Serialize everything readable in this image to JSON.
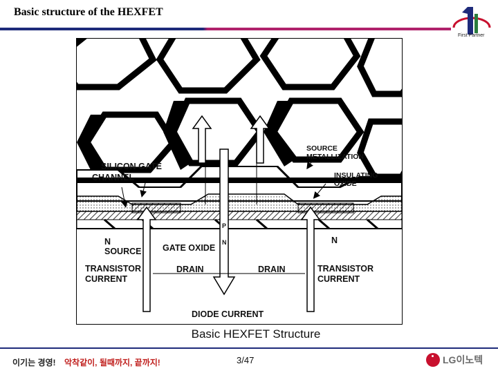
{
  "header": {
    "title": "Basic structure of the HEXFET",
    "logo_tag": "First Partner"
  },
  "diagram": {
    "labels": {
      "source_metallization": [
        "SOURCE",
        "METALLIZATION"
      ],
      "silicon_gate": "SILICON GATE",
      "channel": "CHANNEL",
      "insulating_oxide": [
        "INSULATING",
        "OXIDE"
      ],
      "p": "P",
      "n_under": "N",
      "n_left": "N",
      "source": "SOURCE",
      "gate_oxide": "GATE OXIDE",
      "n_right": "N",
      "transistor_current_left": [
        "TRANSISTOR",
        "CURRENT"
      ],
      "drain_left": "DRAIN",
      "drain_right": "DRAIN",
      "transistor_current_right": [
        "TRANSISTOR",
        "CURRENT"
      ],
      "diode_current": "DIODE CURRENT"
    },
    "caption": "Basic HEXFET Structure"
  },
  "footer": {
    "slogan1": "이기는 경영!",
    "slogan2": "악착같이, 될때까지, 끝까지!",
    "page": "3/47",
    "brand": "LG이노텍"
  }
}
